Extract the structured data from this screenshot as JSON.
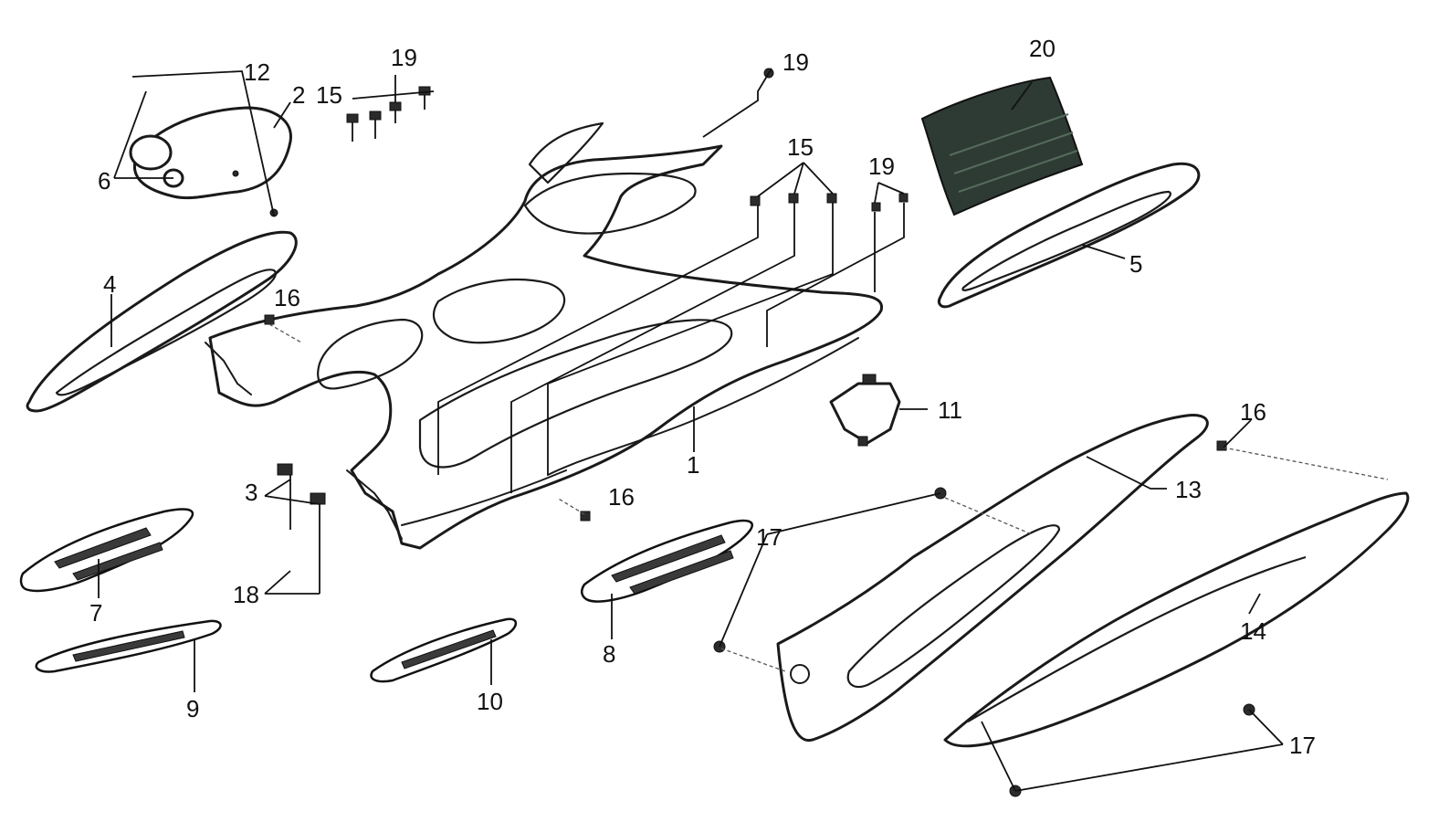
{
  "callouts": {
    "c1": "1",
    "c2": "2",
    "c3": "3",
    "c4": "4",
    "c5": "5",
    "c6": "6",
    "c7": "7",
    "c8": "8",
    "c9": "9",
    "c10": "10",
    "c11": "11",
    "c12": "12",
    "c13": "13",
    "c14": "14",
    "c15a": "15",
    "c15b": "15",
    "c16a": "16",
    "c16b": "16",
    "c16c": "16",
    "c17a": "17",
    "c17b": "17",
    "c18": "18",
    "c19a": "19",
    "c19b": "19",
    "c19c": "19",
    "c20": "20"
  }
}
